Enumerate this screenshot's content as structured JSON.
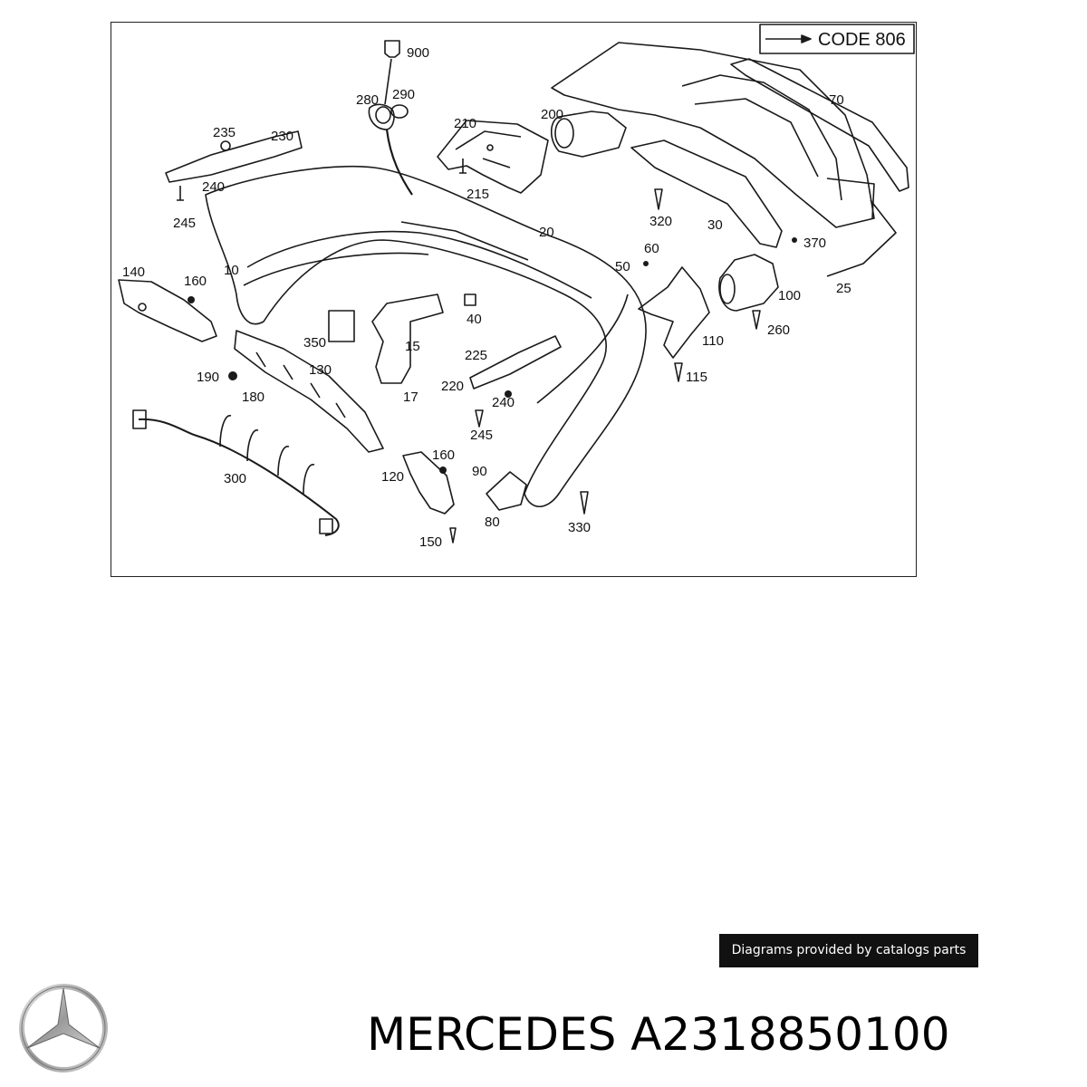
{
  "diagram": {
    "code_label": "CODE 806",
    "callouts": {
      "p900": "900",
      "p280": "280",
      "p290": "290",
      "p210": "210",
      "p200": "200",
      "p70": "70",
      "p235": "235",
      "p230": "230",
      "p240a": "240",
      "p245a": "245",
      "p215": "215",
      "p320": "320",
      "p30": "30",
      "p370": "370",
      "p20": "20",
      "p10": "10",
      "p140": "140",
      "p160a": "160",
      "p60": "60",
      "p50": "50",
      "p100": "100",
      "p25": "25",
      "p40": "40",
      "p350": "350",
      "p15": "15",
      "p260": "260",
      "p110": "110",
      "p190": "190",
      "p130": "130",
      "p180": "180",
      "p225": "225",
      "p220": "220",
      "p240b": "240",
      "p115": "115",
      "p17": "17",
      "p245b": "245",
      "p300": "300",
      "p160b": "160",
      "p120": "120",
      "p90": "90",
      "p80": "80",
      "p330": "330",
      "p150": "150"
    }
  },
  "footer": {
    "credit": "Diagrams provided by catalogs parts",
    "title": "MERCEDES A2318850100"
  },
  "colors": {
    "line": "#1a1a1a",
    "banner": "#111111"
  },
  "icons": {
    "logo": "mercedes-star-icon"
  }
}
